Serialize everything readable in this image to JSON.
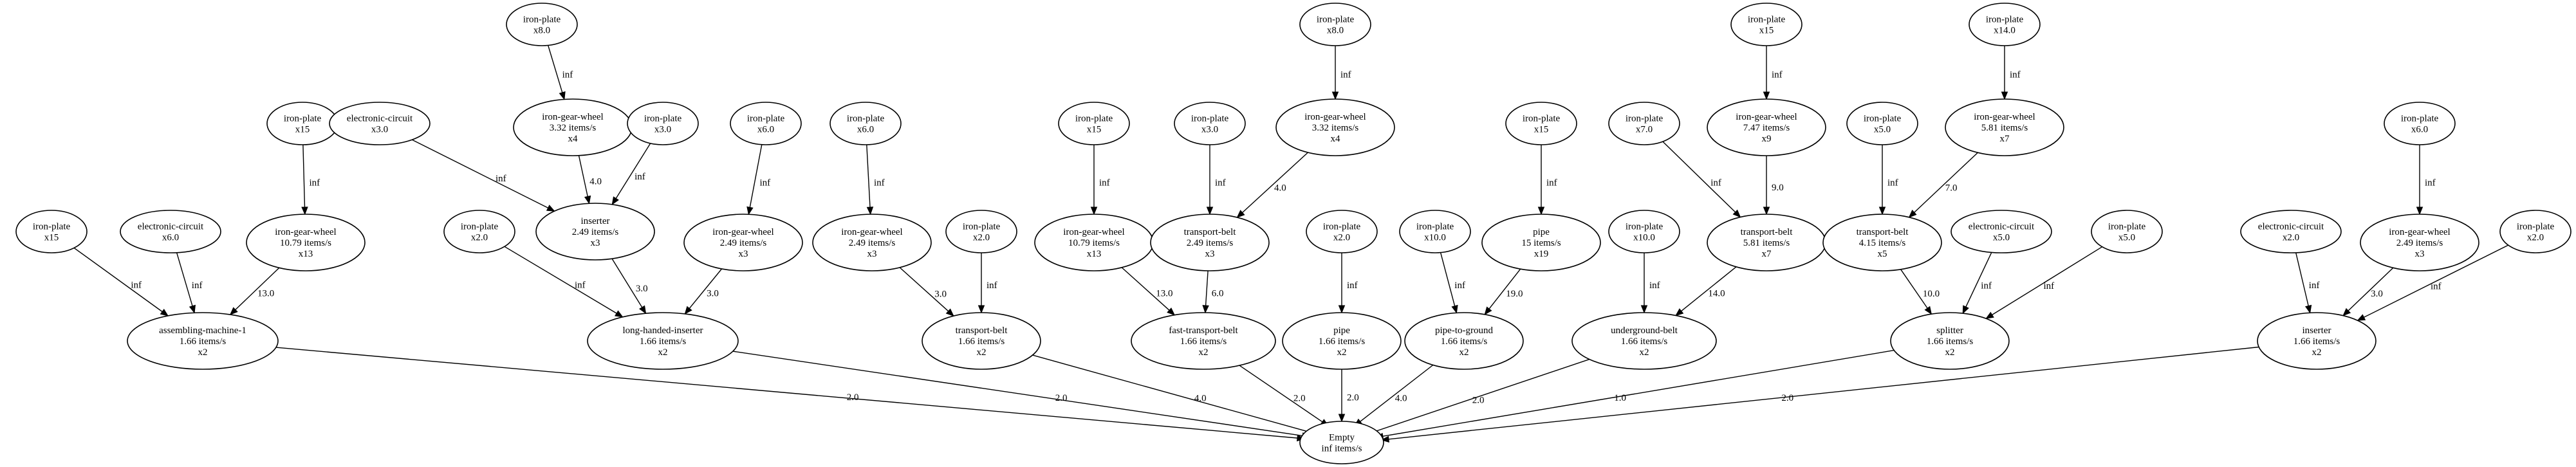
{
  "nodes": {
    "n_ip_a": [
      "iron-plate",
      "x15"
    ],
    "n_ec_a": [
      "electronic-circuit",
      "x6.0"
    ],
    "n_ip_b": [
      "iron-plate",
      "x15"
    ],
    "n_igw_a": [
      "iron-gear-wheel",
      "10.79 items/s",
      "x13"
    ],
    "n_am": [
      "assembling-machine-1",
      "1.66 items/s",
      "x2"
    ],
    "n_ec_b": [
      "electronic-circuit",
      "x3.0"
    ],
    "n_ip_c": [
      "iron-plate",
      "x8.0"
    ],
    "n_igw_b": [
      "iron-gear-wheel",
      "3.32 items/s",
      "x4"
    ],
    "n_ip_d": [
      "iron-plate",
      "x3.0"
    ],
    "n_ip_e": [
      "iron-plate",
      "x2.0"
    ],
    "n_ins_a": [
      "inserter",
      "2.49 items/s",
      "x3"
    ],
    "n_ip_f": [
      "iron-plate",
      "x6.0"
    ],
    "n_igw_c": [
      "iron-gear-wheel",
      "2.49 items/s",
      "x3"
    ],
    "n_lhi": [
      "long-handed-inserter",
      "1.66 items/s",
      "x2"
    ],
    "n_ip_g": [
      "iron-plate",
      "x6.0"
    ],
    "n_igw_d": [
      "iron-gear-wheel",
      "2.49 items/s",
      "x3"
    ],
    "n_ip_h": [
      "iron-plate",
      "x2.0"
    ],
    "n_tb_a": [
      "transport-belt",
      "1.66 items/s",
      "x2"
    ],
    "n_ip_i": [
      "iron-plate",
      "x15"
    ],
    "n_igw_e": [
      "iron-gear-wheel",
      "10.79 items/s",
      "x13"
    ],
    "n_ip_j": [
      "iron-plate",
      "x3.0"
    ],
    "n_ip_k": [
      "iron-plate",
      "x8.0"
    ],
    "n_igw_f": [
      "iron-gear-wheel",
      "3.32 items/s",
      "x4"
    ],
    "n_tb_b": [
      "transport-belt",
      "2.49 items/s",
      "x3"
    ],
    "n_ftb": [
      "fast-transport-belt",
      "1.66 items/s",
      "x2"
    ],
    "n_ip_l": [
      "iron-plate",
      "x2.0"
    ],
    "n_pipe_a": [
      "pipe",
      "1.66 items/s",
      "x2"
    ],
    "n_ip_m": [
      "iron-plate",
      "x10.0"
    ],
    "n_ip_n": [
      "iron-plate",
      "x15"
    ],
    "n_pipe_b": [
      "pipe",
      "15 items/s",
      "x19"
    ],
    "n_ptg": [
      "pipe-to-ground",
      "1.66 items/s",
      "x2"
    ],
    "n_ip_o": [
      "iron-plate",
      "x10.0"
    ],
    "n_ub": [
      "underground-belt",
      "1.66 items/s",
      "x2"
    ],
    "n_ip_p": [
      "iron-plate",
      "x7.0"
    ],
    "n_ip_q": [
      "iron-plate",
      "x15"
    ],
    "n_igw_g": [
      "iron-gear-wheel",
      "7.47 items/s",
      "x9"
    ],
    "n_tb_c": [
      "transport-belt",
      "5.81 items/s",
      "x7"
    ],
    "n_ip_r": [
      "iron-plate",
      "x5.0"
    ],
    "n_ip_s": [
      "iron-plate",
      "x14.0"
    ],
    "n_igw_h": [
      "iron-gear-wheel",
      "5.81 items/s",
      "x7"
    ],
    "n_tb_d": [
      "transport-belt",
      "4.15 items/s",
      "x5"
    ],
    "n_ec_c": [
      "electronic-circuit",
      "x5.0"
    ],
    "n_ip_t": [
      "iron-plate",
      "x5.0"
    ],
    "n_spl": [
      "splitter",
      "1.66 items/s",
      "x2"
    ],
    "n_ec_d": [
      "electronic-circuit",
      "x2.0"
    ],
    "n_ip_u": [
      "iron-plate",
      "x6.0"
    ],
    "n_igw_i": [
      "iron-gear-wheel",
      "2.49 items/s",
      "x3"
    ],
    "n_ip_v": [
      "iron-plate",
      "x2.0"
    ],
    "n_ins_b": [
      "inserter",
      "1.66 items/s",
      "x2"
    ],
    "n_empty": [
      "Empty",
      "inf items/s"
    ]
  },
  "edges": [
    {
      "from": "n_ip_a",
      "to": "n_am",
      "label": "inf"
    },
    {
      "from": "n_ec_a",
      "to": "n_am",
      "label": "inf"
    },
    {
      "from": "n_ip_b",
      "to": "n_igw_a",
      "label": "inf"
    },
    {
      "from": "n_igw_a",
      "to": "n_am",
      "label": "13.0"
    },
    {
      "from": "n_ec_b",
      "to": "n_ins_a",
      "label": "inf"
    },
    {
      "from": "n_ip_c",
      "to": "n_igw_b",
      "label": "inf"
    },
    {
      "from": "n_igw_b",
      "to": "n_ins_a",
      "label": "4.0"
    },
    {
      "from": "n_ip_d",
      "to": "n_ins_a",
      "label": "inf"
    },
    {
      "from": "n_ip_e",
      "to": "n_lhi",
      "label": "inf"
    },
    {
      "from": "n_ins_a",
      "to": "n_lhi",
      "label": "3.0"
    },
    {
      "from": "n_ip_f",
      "to": "n_igw_c",
      "label": "inf"
    },
    {
      "from": "n_igw_c",
      "to": "n_lhi",
      "label": "3.0"
    },
    {
      "from": "n_ip_g",
      "to": "n_igw_d",
      "label": "inf"
    },
    {
      "from": "n_igw_d",
      "to": "n_tb_a",
      "label": "3.0"
    },
    {
      "from": "n_ip_h",
      "to": "n_tb_a",
      "label": "inf"
    },
    {
      "from": "n_ip_i",
      "to": "n_igw_e",
      "label": "inf"
    },
    {
      "from": "n_ip_j",
      "to": "n_tb_b",
      "label": "inf"
    },
    {
      "from": "n_ip_k",
      "to": "n_igw_f",
      "label": "inf"
    },
    {
      "from": "n_igw_f",
      "to": "n_tb_b",
      "label": "4.0"
    },
    {
      "from": "n_igw_e",
      "to": "n_ftb",
      "label": "13.0"
    },
    {
      "from": "n_tb_b",
      "to": "n_ftb",
      "label": "6.0"
    },
    {
      "from": "n_ip_l",
      "to": "n_pipe_a",
      "label": "inf"
    },
    {
      "from": "n_ip_n",
      "to": "n_pipe_b",
      "label": "inf"
    },
    {
      "from": "n_ip_m",
      "to": "n_ptg",
      "label": "inf"
    },
    {
      "from": "n_pipe_b",
      "to": "n_ptg",
      "label": "19.0"
    },
    {
      "from": "n_ip_o",
      "to": "n_ub",
      "label": "inf"
    },
    {
      "from": "n_ip_q",
      "to": "n_igw_g",
      "label": "inf"
    },
    {
      "from": "n_ip_p",
      "to": "n_tb_c",
      "label": "inf"
    },
    {
      "from": "n_igw_g",
      "to": "n_tb_c",
      "label": "9.0"
    },
    {
      "from": "n_tb_c",
      "to": "n_ub",
      "label": "14.0"
    },
    {
      "from": "n_ip_s",
      "to": "n_igw_h",
      "label": "inf"
    },
    {
      "from": "n_ip_r",
      "to": "n_tb_d",
      "label": "inf"
    },
    {
      "from": "n_igw_h",
      "to": "n_tb_d",
      "label": "7.0"
    },
    {
      "from": "n_tb_d",
      "to": "n_spl",
      "label": "10.0"
    },
    {
      "from": "n_ec_c",
      "to": "n_spl",
      "label": "inf"
    },
    {
      "from": "n_ip_t",
      "to": "n_spl",
      "label": "inf"
    },
    {
      "from": "n_ip_u",
      "to": "n_igw_i",
      "label": "inf"
    },
    {
      "from": "n_ec_d",
      "to": "n_ins_b",
      "label": "inf"
    },
    {
      "from": "n_igw_i",
      "to": "n_ins_b",
      "label": "3.0"
    },
    {
      "from": "n_ip_v",
      "to": "n_ins_b",
      "label": "inf"
    },
    {
      "from": "n_am",
      "to": "n_empty",
      "label": "2.0"
    },
    {
      "from": "n_lhi",
      "to": "n_empty",
      "label": "2.0"
    },
    {
      "from": "n_tb_a",
      "to": "n_empty",
      "label": "4.0"
    },
    {
      "from": "n_ftb",
      "to": "n_empty",
      "label": "2.0"
    },
    {
      "from": "n_pipe_a",
      "to": "n_empty",
      "label": "2.0"
    },
    {
      "from": "n_ptg",
      "to": "n_empty",
      "label": "4.0"
    },
    {
      "from": "n_ub",
      "to": "n_empty",
      "label": "2.0"
    },
    {
      "from": "n_spl",
      "to": "n_empty",
      "label": "1.0"
    },
    {
      "from": "n_ins_b",
      "to": "n_empty",
      "label": "2.0"
    }
  ]
}
